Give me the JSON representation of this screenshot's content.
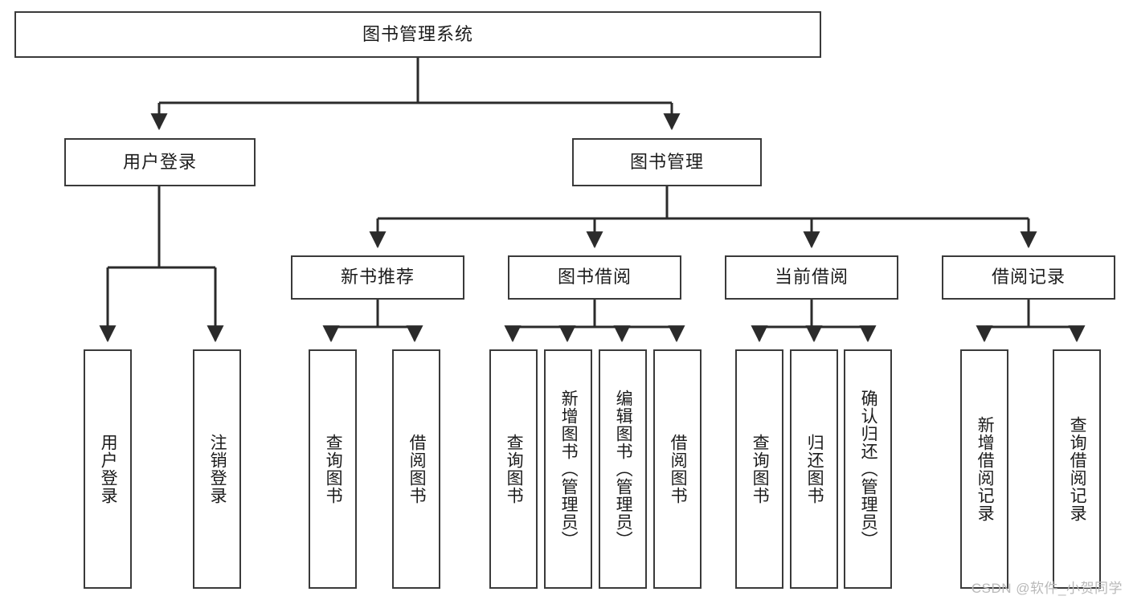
{
  "diagram": {
    "kind": "tree-hierarchy-chart",
    "root": {
      "label": "图书管理系统"
    },
    "level2": [
      {
        "label": "用户登录"
      },
      {
        "label": "图书管理"
      }
    ],
    "level3": [
      {
        "label": "新书推荐"
      },
      {
        "label": "图书借阅"
      },
      {
        "label": "当前借阅"
      },
      {
        "label": "借阅记录"
      }
    ],
    "leaves": {
      "user_login": [
        {
          "label": "用户登录"
        },
        {
          "label": "注销登录"
        }
      ],
      "new_book_recommend": [
        {
          "label": "查询图书"
        },
        {
          "label": "借阅图书"
        }
      ],
      "book_borrow": [
        {
          "label": "查询图书"
        },
        {
          "label": "新增图书（管理员）"
        },
        {
          "label": "编辑图书（管理员）"
        },
        {
          "label": "借阅图书"
        }
      ],
      "current_borrow": [
        {
          "label": "查询图书"
        },
        {
          "label": "归还图书"
        },
        {
          "label": "确认归还（管理员）"
        }
      ],
      "borrow_record": [
        {
          "label": "新增借阅记录"
        },
        {
          "label": "查询借阅记录"
        }
      ]
    }
  },
  "watermark": {
    "text": "CSDN @软件_小贺同学"
  },
  "colors": {
    "border": "#3a3a3a",
    "connector": "#2b2b2b",
    "text": "#1c1c1c",
    "background": "#ffffff",
    "watermark": "#b9b9b9"
  }
}
